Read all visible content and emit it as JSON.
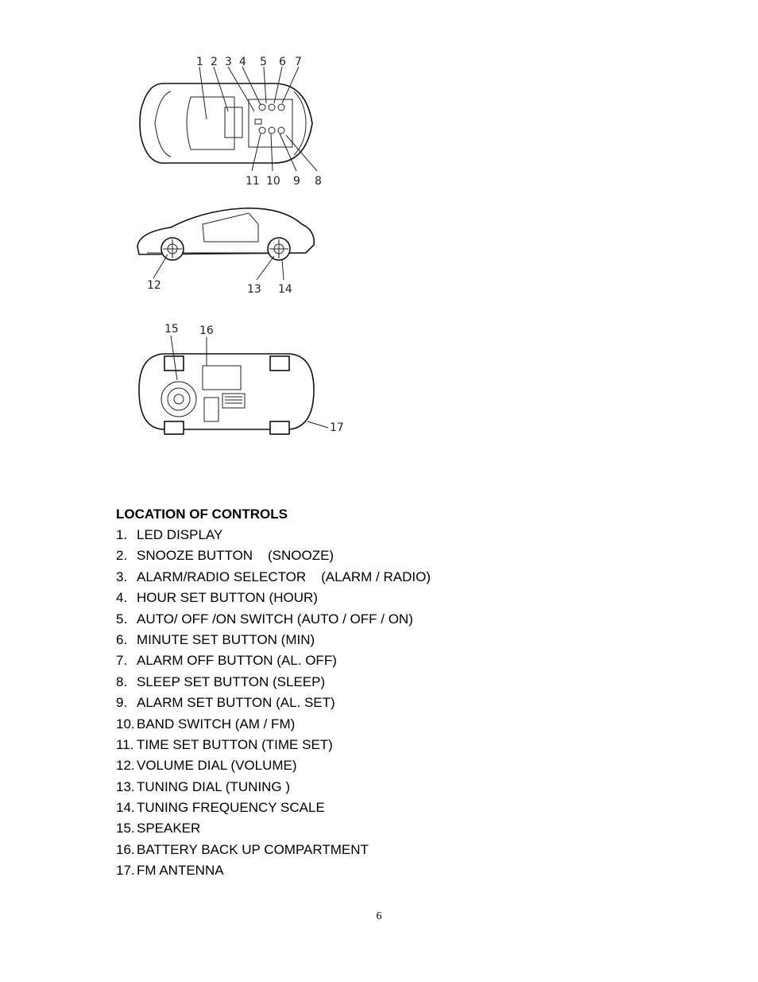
{
  "figure": {
    "top_view_callouts": [
      "1",
      "2",
      "3",
      "4",
      "5",
      "6",
      "7",
      "11",
      "10",
      "9",
      "8"
    ],
    "side_view_callouts": [
      "12",
      "13",
      "14"
    ],
    "bottom_view_callouts": [
      "15",
      "16",
      "17"
    ]
  },
  "heading": "LOCATION OF CONTROLS",
  "controls": [
    {
      "num": "1.",
      "label": "LED DISPLAY"
    },
    {
      "num": "2.",
      "label": "SNOOZE BUTTON    (SNOOZE)"
    },
    {
      "num": "3.",
      "label": "ALARM/RADIO SELECTOR    (ALARM / RADIO)"
    },
    {
      "num": "4.",
      "label": "HOUR SET BUTTON (HOUR)"
    },
    {
      "num": "5.",
      "label": "AUTO/ OFF /ON SWITCH (AUTO / OFF / ON)"
    },
    {
      "num": "6.",
      "label": "MINUTE SET BUTTON (MIN)"
    },
    {
      "num": "7.",
      "label": "ALARM OFF BUTTON (AL. OFF)"
    },
    {
      "num": "8.",
      "label": "SLEEP SET BUTTON (SLEEP)"
    },
    {
      "num": "9.",
      "label": "ALARM SET BUTTON (AL. SET)"
    },
    {
      "num": "10.",
      "label": "BAND SWITCH (AM / FM)"
    },
    {
      "num": "11.",
      "label": "TIME SET BUTTON (TIME SET)"
    },
    {
      "num": "12.",
      "label": "VOLUME DIAL (VOLUME)"
    },
    {
      "num": "13.",
      "label": "TUNING DIAL (TUNING )"
    },
    {
      "num": "14.",
      "label": "TUNING FREQUENCY SCALE"
    },
    {
      "num": "15.",
      "label": "SPEAKER"
    },
    {
      "num": "16.",
      "label": "BATTERY BACK UP COMPARTMENT"
    },
    {
      "num": "17.",
      "label": "FM ANTENNA"
    }
  ],
  "page_number": "6"
}
